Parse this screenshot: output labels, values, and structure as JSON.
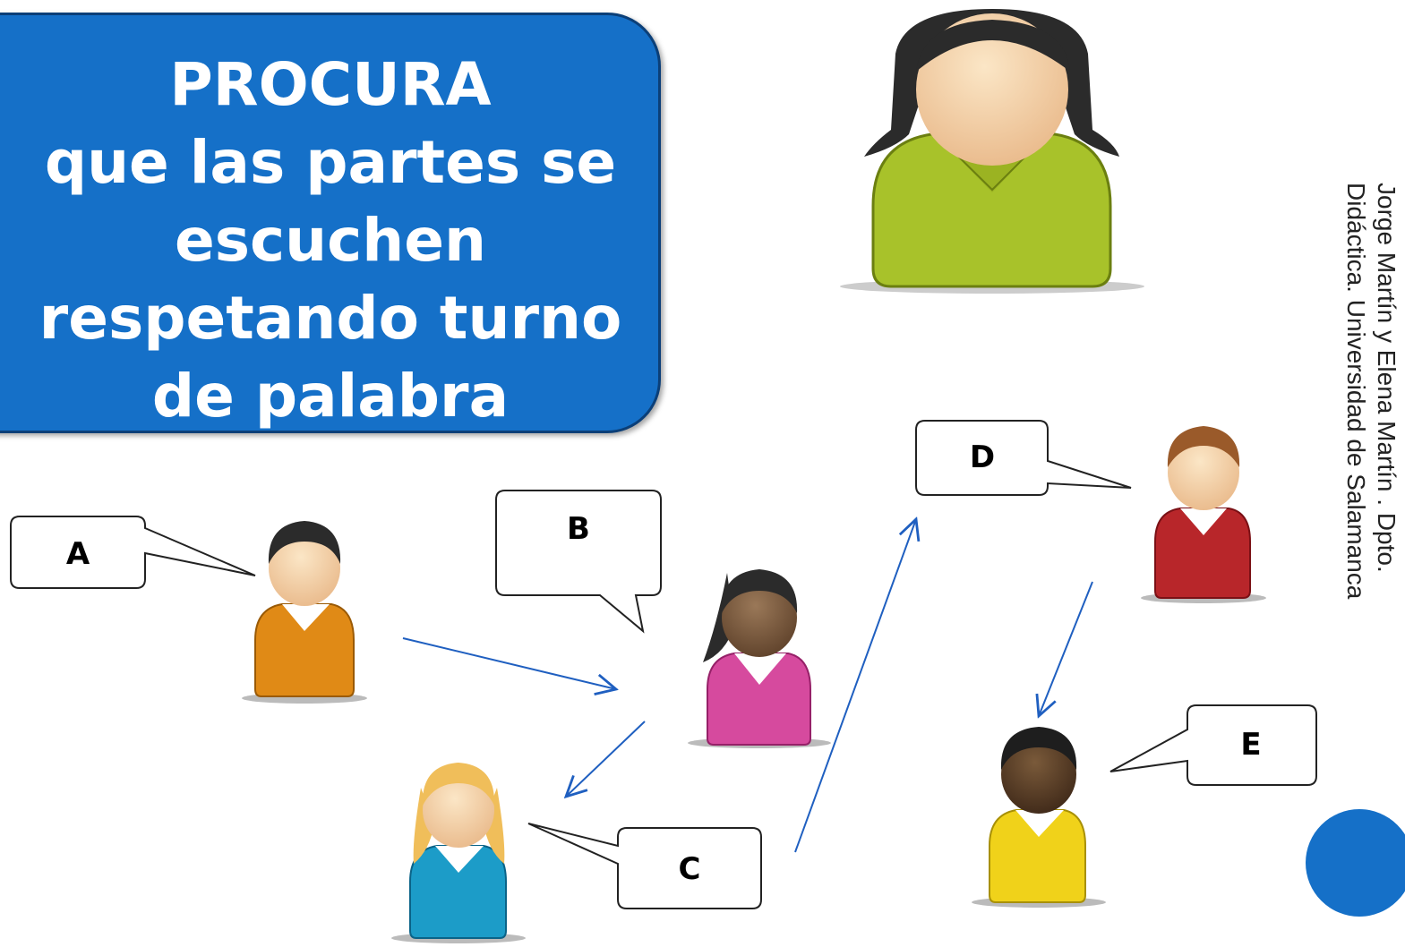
{
  "callout": {
    "lines": [
      "PROCURA",
      "que las partes se",
      "escuchen",
      "respetando turno",
      "de palabra"
    ]
  },
  "credit": {
    "line1": "Jorge Martín y Elena Martín . Dpto.",
    "line2": "Didáctica. Universidad de Salamanca"
  },
  "speakers": {
    "a": "A",
    "b": "B",
    "c": "C",
    "d": "D",
    "e": "E"
  },
  "colors": {
    "accent": "#1570c8",
    "arrow": "#1f5fc0",
    "mediator_shirt": "#a8c22a",
    "a_shirt": "#e08a16",
    "b_shirt": "#d64a9e",
    "c_shirt": "#1c9cc8",
    "d_shirt": "#b8262a",
    "e_shirt": "#f0d21a"
  }
}
